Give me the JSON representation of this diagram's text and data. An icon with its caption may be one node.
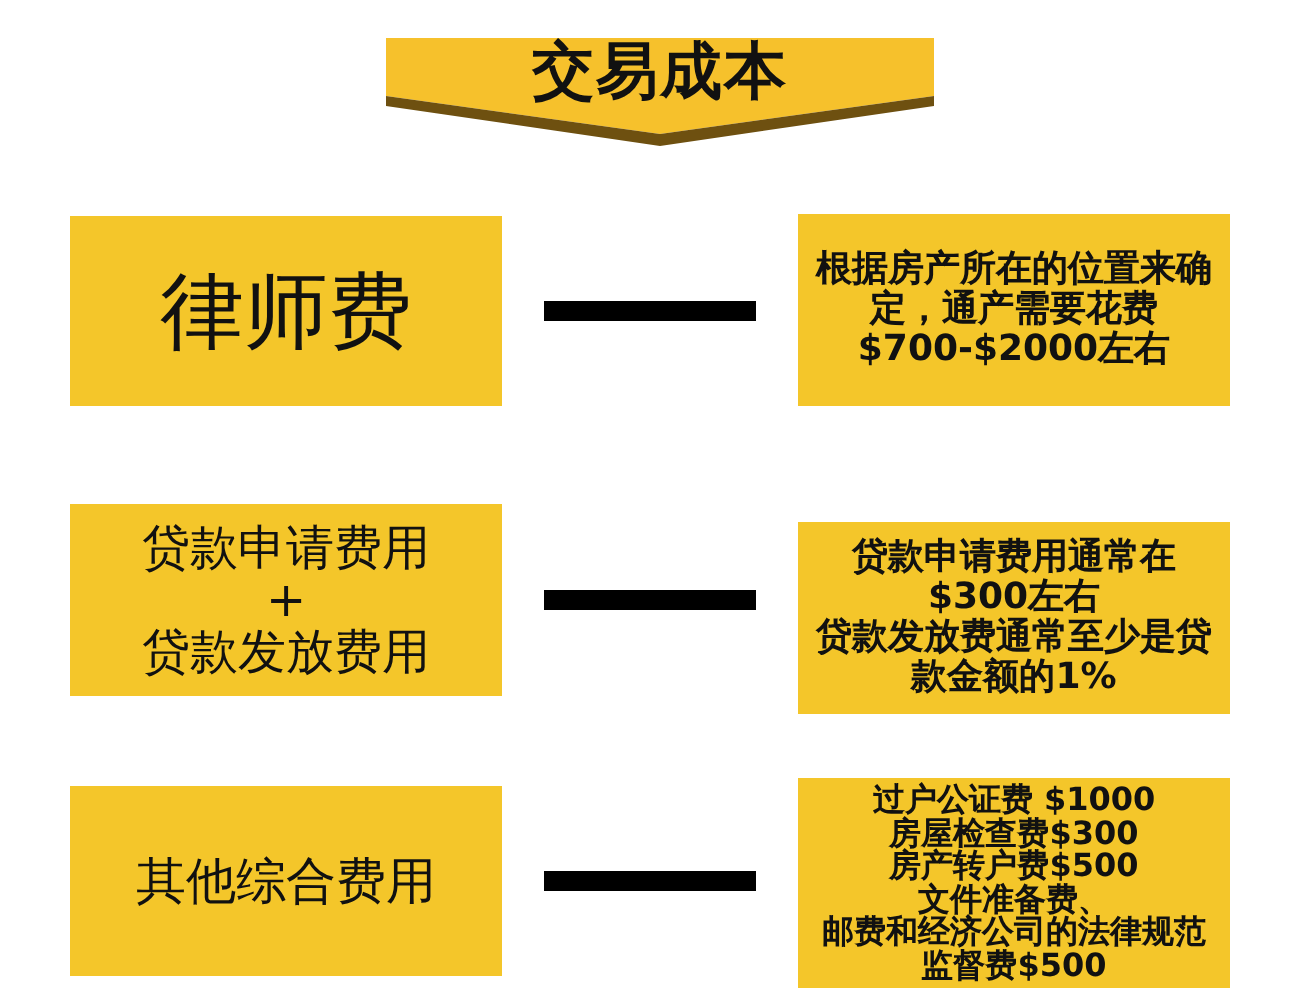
{
  "diagram": {
    "title": "交易成本",
    "nodes": [
      {
        "text": [
          "律师费"
        ]
      },
      {
        "text": [
          "根据房产所在的位置来确定，通产需要花费$700-$2000左右"
        ]
      },
      {
        "text": [
          "贷款申请费用 + 贷款发放费用"
        ]
      },
      {
        "text": [
          "贷款申请费用通常在$300左右",
          "贷款发放费通常至少是贷款金额的1%"
        ]
      },
      {
        "text": [
          "其他综合费用"
        ]
      },
      {
        "text": [
          "过户公证费 $1000",
          "房屋检查费$300",
          "房产转户费$500",
          "文件准备费、",
          "邮费和经济公司的法律规范监督费$500"
        ]
      }
    ],
    "edges": [
      {
        "from": 0,
        "to": 1,
        "arrow": "none"
      },
      {
        "from": 2,
        "to": 3,
        "arrow": "none"
      },
      {
        "from": 4,
        "to": 5,
        "arrow": "none"
      }
    ]
  }
}
